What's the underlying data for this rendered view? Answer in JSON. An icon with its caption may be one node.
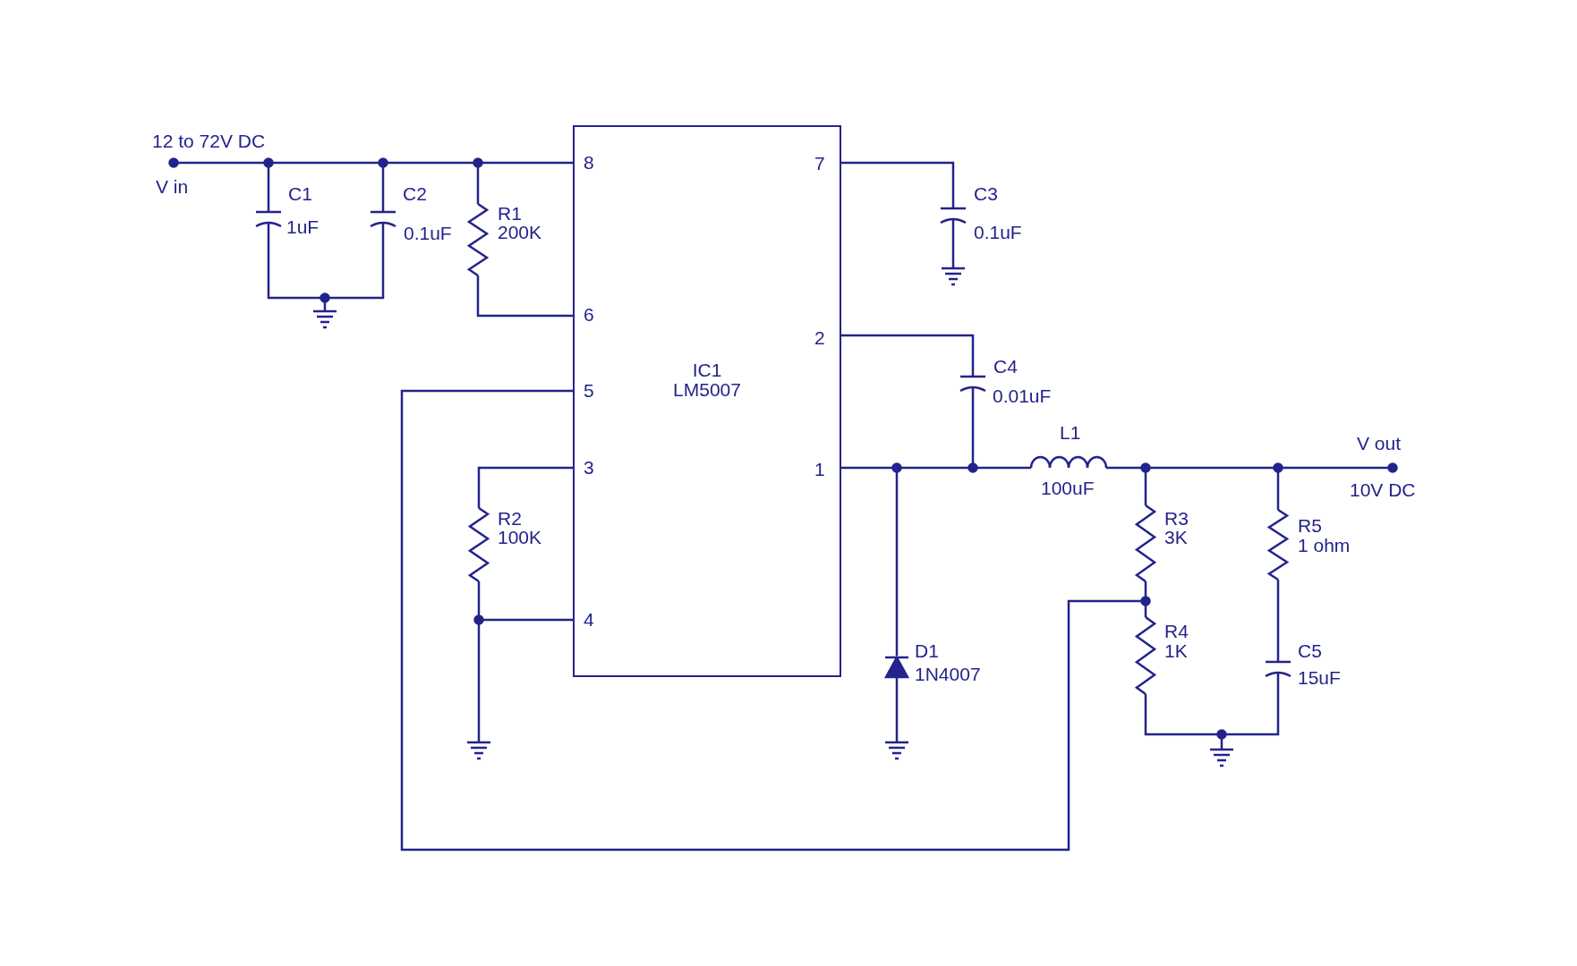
{
  "diagram": {
    "nodes": [
      {
        "text": [
          "IC1",
          "LM5007"
        ]
      }
    ],
    "edges": [],
    "labels": [
      "12 to 72V DC",
      "V in",
      "C1",
      "1uF",
      "C2",
      "0.1uF",
      "R1",
      "200K",
      "8",
      "7",
      "C3",
      "0.1uF",
      "6",
      "2",
      "C4",
      "0.01uF",
      "5",
      "V out",
      "3",
      "1",
      "L1",
      "100uF",
      "10V DC",
      "R3",
      "R5",
      "R2",
      "3K",
      "100K",
      "1 ohm",
      "4",
      "R4",
      "D1",
      "C5",
      "1K",
      "1N4007",
      "15uF"
    ]
  }
}
